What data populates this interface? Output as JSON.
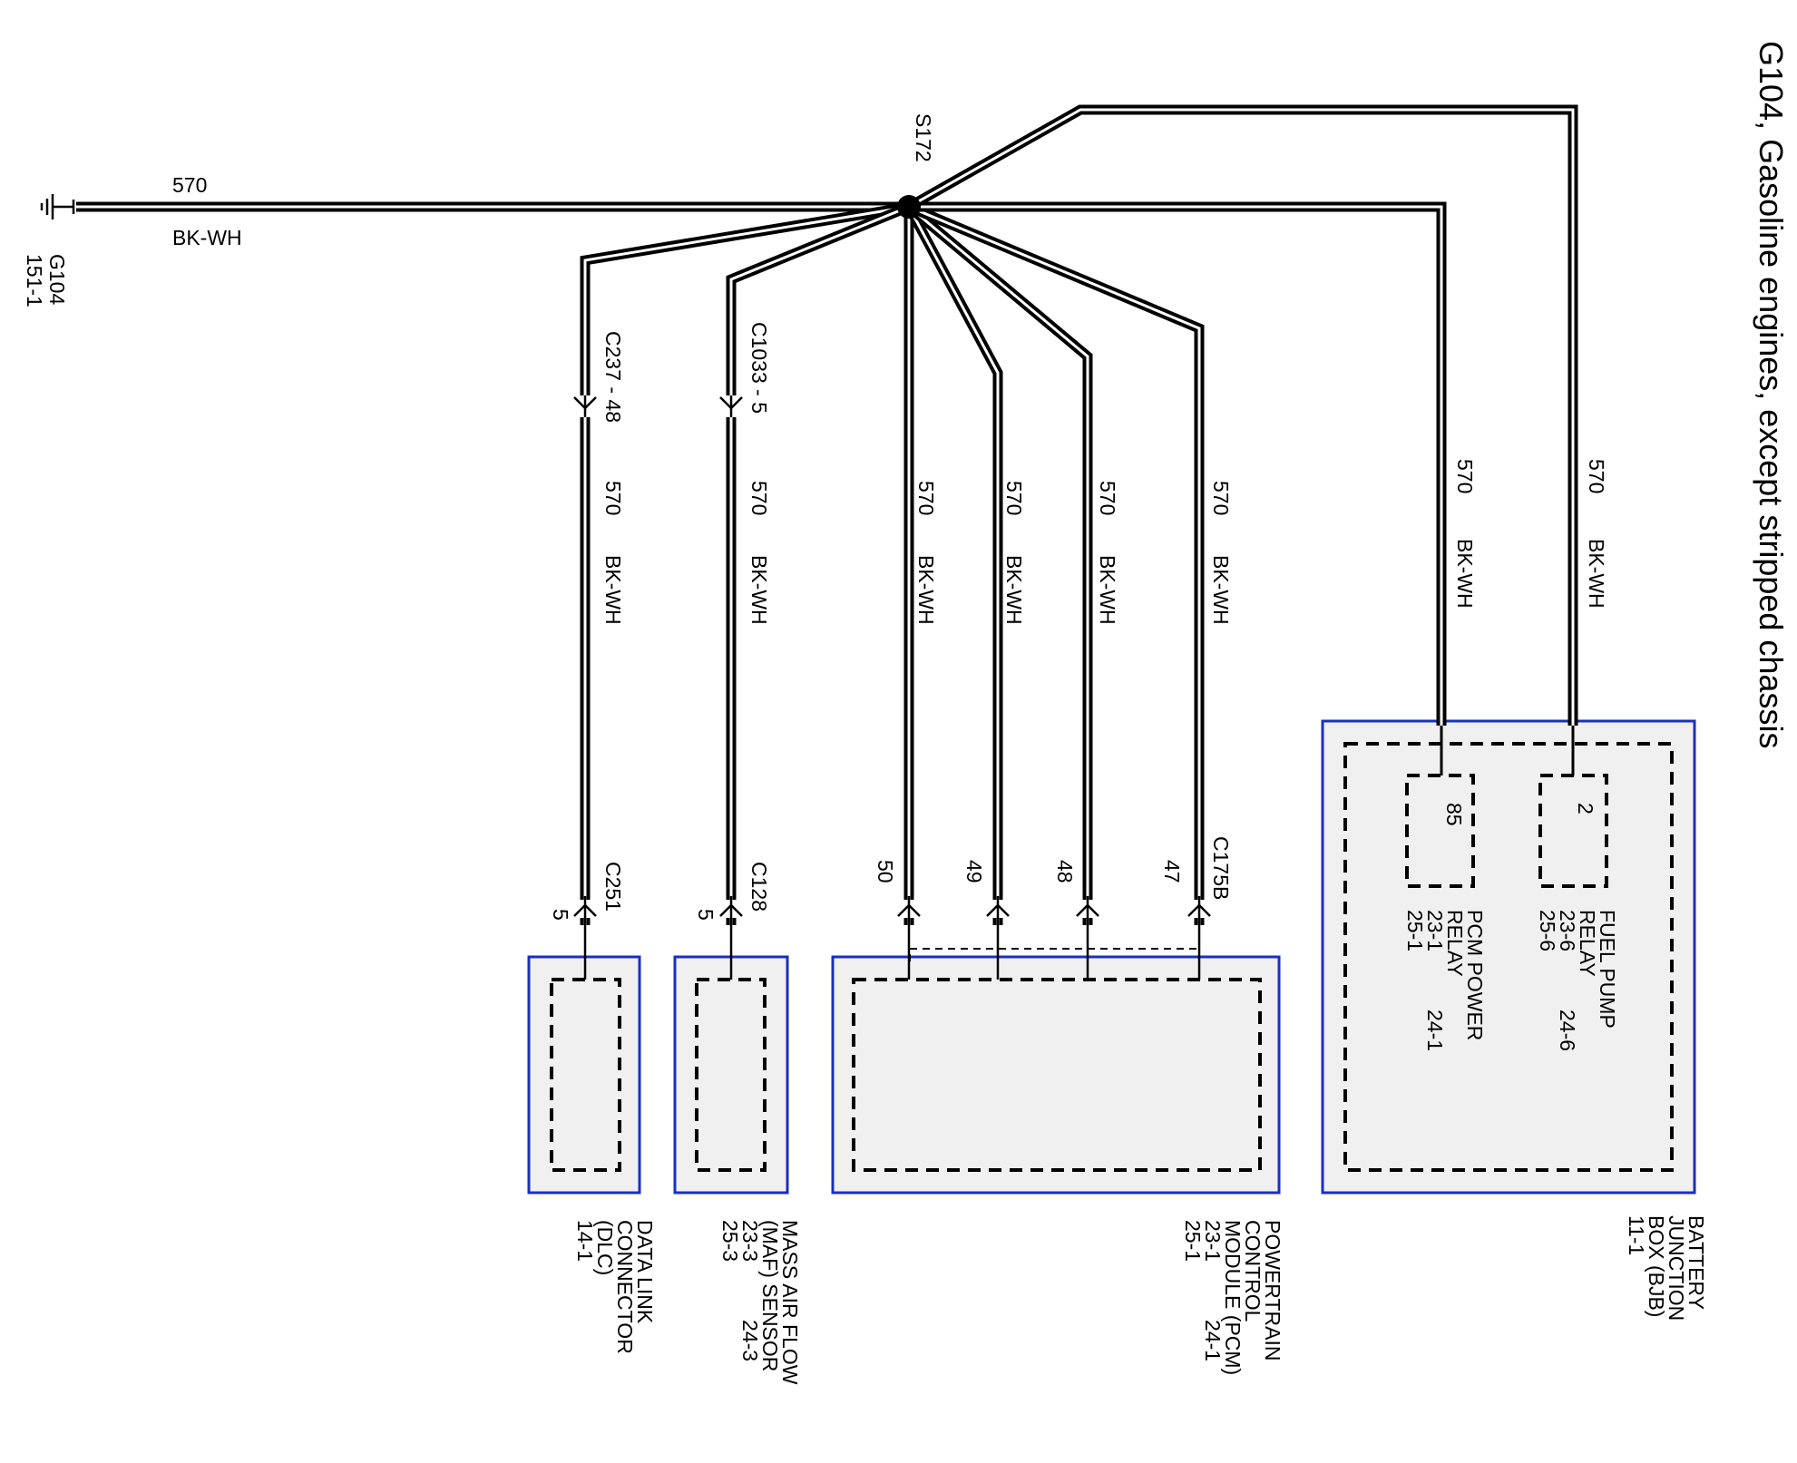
{
  "title": "G104, Gasoline engines, except stripped chassis",
  "ground": {
    "id": "G104",
    "page": "151-1"
  },
  "splice": "S172",
  "main_wire": {
    "circuit": "570",
    "color": "BK-WH"
  },
  "branches": [
    {
      "circuit": "570",
      "color": "BK-WH",
      "inline_connector": "C237 - 48",
      "connector": "C251",
      "pin": "5"
    },
    {
      "circuit": "570",
      "color": "BK-WH",
      "inline_connector": "C1033 - 5",
      "connector": "C128",
      "pin": "5"
    },
    {
      "circuit": "570",
      "color": "BK-WH",
      "pin": "50"
    },
    {
      "circuit": "570",
      "color": "BK-WH",
      "pin": "49"
    },
    {
      "circuit": "570",
      "color": "BK-WH",
      "pin": "48"
    },
    {
      "circuit": "570",
      "color": "BK-WH",
      "connector": "C175B",
      "pin": "47"
    },
    {
      "circuit": "570",
      "color": "BK-WH",
      "pin": "85"
    },
    {
      "circuit": "570",
      "color": "BK-WH",
      "pin": "2"
    }
  ],
  "components": {
    "dlc": {
      "lines": [
        "DATA LINK",
        "CONNECTOR",
        "(DLC)",
        "14-1"
      ]
    },
    "maf": {
      "lines": [
        "MASS AIR FLOW",
        "(MAF) SENSOR",
        "23-3",
        "25-3"
      ],
      "extra": "24-3"
    },
    "pcm": {
      "lines": [
        "POWERTRAIN",
        "CONTROL",
        "MODULE (PCM)",
        "23-1",
        "25-1"
      ],
      "extra": "24-1"
    },
    "bjb": {
      "lines": [
        "BATTERY",
        "JUNCTION",
        "BOX (BJB)",
        "11-1"
      ]
    },
    "pcm_relay": {
      "lines": [
        "PCM POWER",
        "RELAY",
        "23-1",
        "25-1"
      ],
      "extra": "24-1"
    },
    "fuel_relay": {
      "lines": [
        "FUEL PUMP",
        "RELAY",
        "23-6",
        "25-6"
      ],
      "extra": "24-6"
    }
  },
  "colors": {
    "box_border": "#1a2fc4",
    "box_fill": "#f0f0f0",
    "wire": "#000000"
  }
}
